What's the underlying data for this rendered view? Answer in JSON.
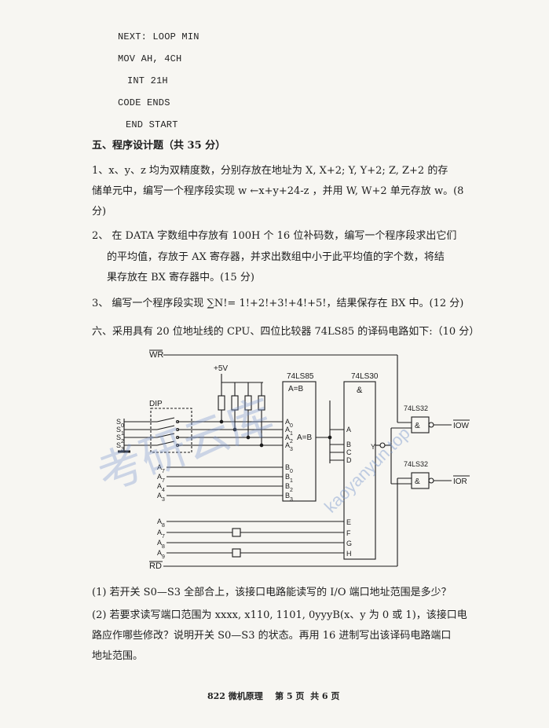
{
  "code_lines": [
    "NEXT: LOOP MIN",
    "MOV AH, 4CH",
    "INT 21H",
    "CODE ENDS",
    "END START"
  ],
  "section5": {
    "title": "五、程序设计题（共 35 分）",
    "q1": [
      "1、x、y、z 均为双精度数，分别存放在地址为 X, X+2; Y, Y+2; Z, Z+2 的存",
      "储单元中，编写一个程序段实现 w ←x+y+24-z ，并用 W, W+2 单元存放 w。(8",
      "分)"
    ],
    "q2": [
      "2、  在 DATA 字数组中存放有 100H 个 16 位补码数，编写一个程序段求出它们",
      "的平均值，存放于 AX 寄存器，并求出数组中小于此平均值的字个数，将结",
      "果存放在 BX 寄存器中。(15 分)"
    ],
    "q3": "3、  编写一个程序段实现 ∑N!= 1!+2!+3!+4!+5!，结果保存在 BX 中。(12 分)"
  },
  "section6": {
    "title": "六、采用具有 20 位地址线的 CPU、四位比较器 74LS85 的译码电路如下:（10 分）",
    "diagram": {
      "wr": "WR",
      "rd": "RD",
      "vcc": "+5V",
      "dip": "DIP",
      "chip_85": "74LS85",
      "chip_85_sub": "A=B",
      "chip_85_out": "A=B",
      "chip_30": "74LS30",
      "chip_30_sub": "&",
      "chip_32a": "74LS32",
      "chip_32b": "74LS32",
      "or_sym": "&",
      "iow": "IOW",
      "ior": "IOR",
      "switches": [
        "S0",
        "S1",
        "S2",
        "S3"
      ],
      "a_inputs": [
        "A0",
        "A1",
        "A2",
        "A3"
      ],
      "b_inputs": [
        "B0",
        "B1",
        "B2",
        "B3"
      ],
      "b_addr": [
        "A7",
        "A7",
        "A4",
        "A3"
      ],
      "e_addr": [
        "A8",
        "A7",
        "A8",
        "A9"
      ],
      "gate_inputs": [
        "A",
        "B",
        "C",
        "D",
        "E",
        "F",
        "G",
        "H"
      ],
      "y": "Y"
    },
    "q1": "(1) 若开关 S0—S3 全部合上，该接口电路能读写的 I/O 端口地址范围是多少？",
    "q2": [
      "(2) 若要求读写端口范围为 xxxx, x110, 1101, 0yyyB(x、y 为 0 或 1)，该接口电",
      "路应作哪些修改？说明开关 S0—S3 的状态。再用 16 进制写出该译码电路端口",
      "地址范围。"
    ]
  },
  "footer": "822 微机原理    第 5 页  共 6 页",
  "watermark": {
    "chars": "考研云库",
    "url": "kaoyanyun.top"
  }
}
